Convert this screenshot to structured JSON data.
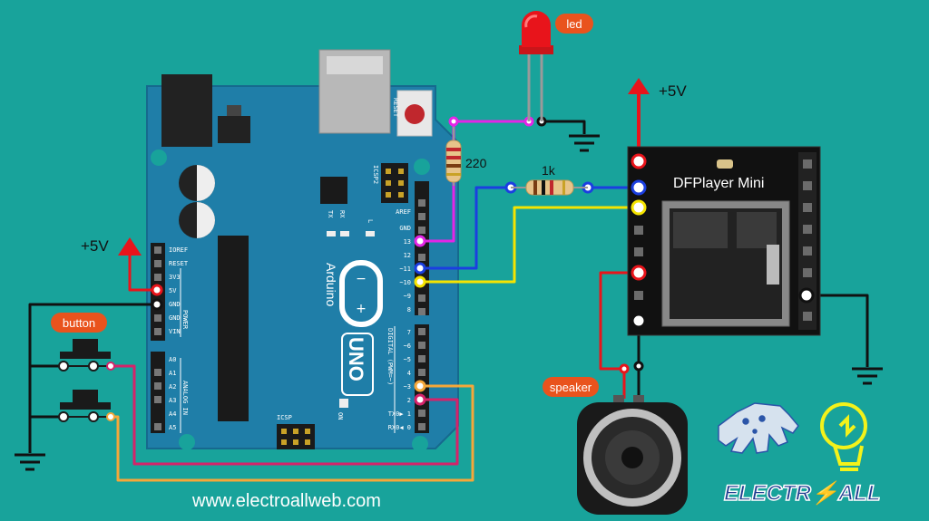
{
  "labels": {
    "led": "led",
    "plus5v_right": "+5V",
    "plus5v_left": "+5V",
    "r220": "220",
    "r1k": "1k",
    "button": "button",
    "speaker": "speaker",
    "dfplayer": "DFPlayer Mini",
    "website": "www.electroallweb.com",
    "brand": "ELECTR⚡ALL"
  },
  "arduino": {
    "reset": "RESET",
    "icsp2": "ICSP2",
    "icsp": "ICSP",
    "tx": "TX",
    "rx": "RX",
    "l": "L",
    "on": "ON",
    "name": "Arduino",
    "model": "UNO",
    "power": "POWER",
    "analog_in": "ANALOG IN",
    "digital": "DIGITAL (PWM=~)",
    "power_pins": [
      "IOREF",
      "RESET",
      "3V3",
      "5V",
      "GND",
      "GND",
      "VIN"
    ],
    "analog_pins": [
      "A0",
      "A1",
      "A2",
      "A3",
      "A4",
      "A5"
    ],
    "top_header": [
      "AREF",
      "GND",
      "13",
      "12",
      "~11",
      "~10",
      "~9",
      "8"
    ],
    "bottom_header": [
      "7",
      "~6",
      "~5",
      "4",
      "~3",
      "2",
      "TX0▶ 1",
      "RX0◀ 0"
    ]
  },
  "colors": {
    "background": "#18a39b",
    "board": "#1f7ea8",
    "wire_red": "#e8141b",
    "wire_magenta": "#e325e6",
    "wire_blue": "#1b3fe0",
    "wire_yellow": "#f5e400",
    "wire_orange": "#f5a73a",
    "wire_pink": "#d5236a",
    "wire_black": "#111111",
    "tag_fill": "#e9531d"
  }
}
